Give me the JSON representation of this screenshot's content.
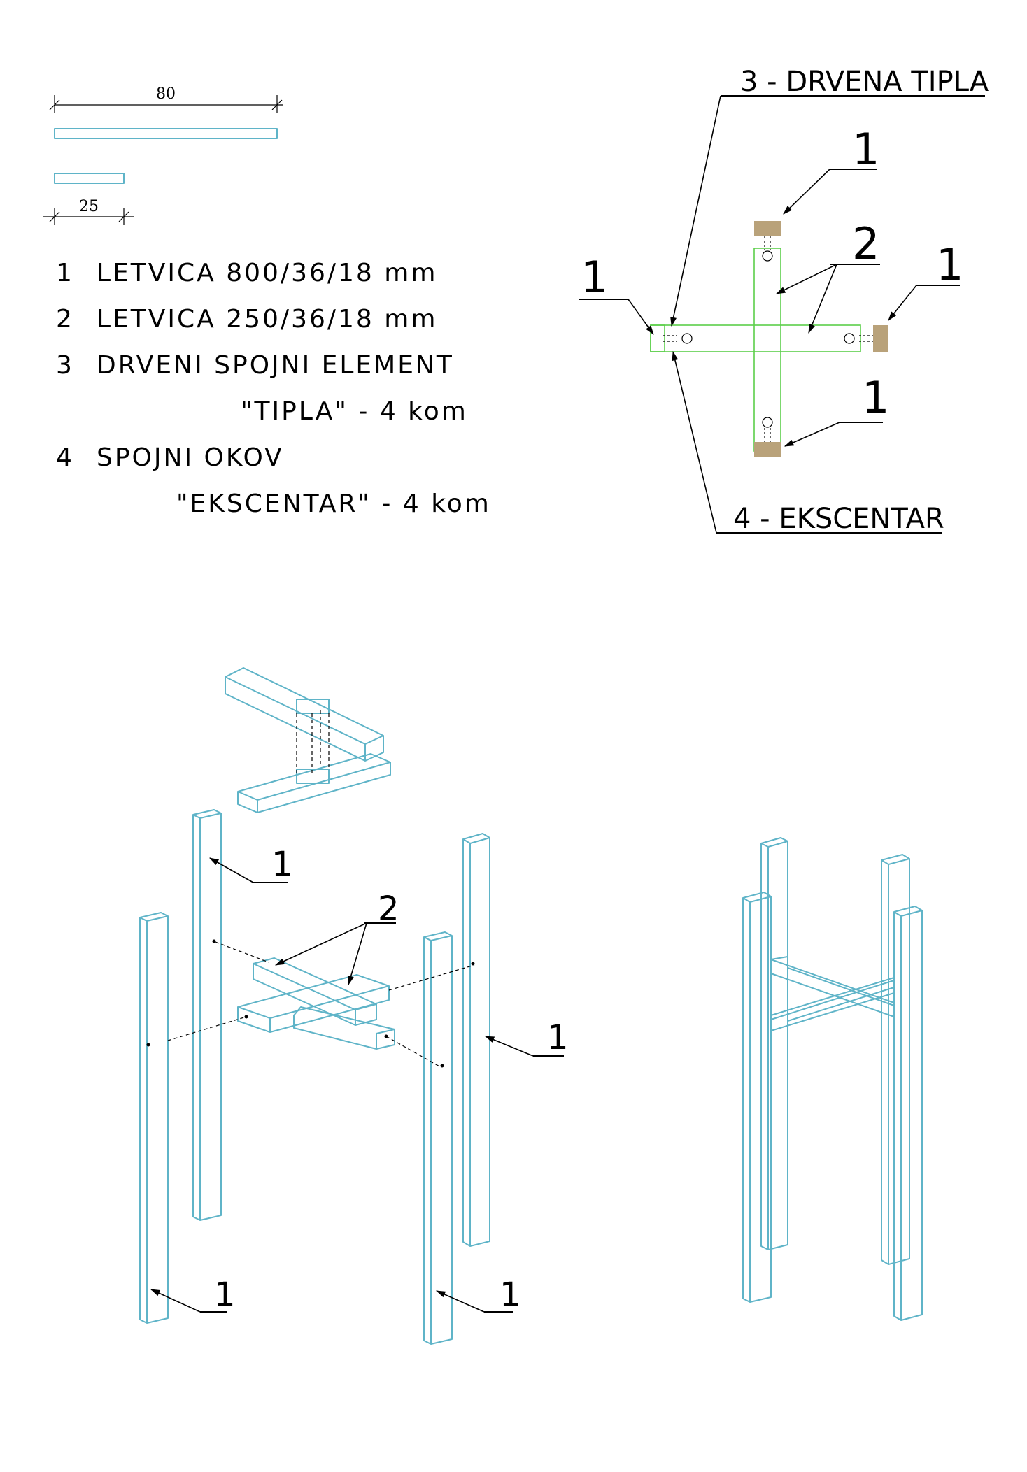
{
  "dimensions": {
    "long_bar": "80",
    "short_bar": "25"
  },
  "parts_list": [
    {
      "no": "1",
      "text": "LETVICA 800/36/18 mm"
    },
    {
      "no": "2",
      "text": "LETVICA 250/36/18 mm"
    },
    {
      "no": "3",
      "text": "DRVENI SPOJNI ELEMENT",
      "sub": "\"TIPLA\" - 4 kom"
    },
    {
      "no": "4",
      "text": "SPOJNI OKOV",
      "sub": "\"EKSCENTAR\" - 4 kom"
    }
  ],
  "plan_view": {
    "label_dowel": "3 - DRVENA TIPLA",
    "label_eccentric": "4 - EKSCENTAR",
    "part_leg": "1",
    "part_cross": "2"
  },
  "exploded_view": {
    "part_leg": "1",
    "part_cross": "2"
  },
  "colors": {
    "part_outline": "#5fb4c8",
    "plan_outline": "#5ccf4a",
    "leg_section": "#b9a27a"
  }
}
